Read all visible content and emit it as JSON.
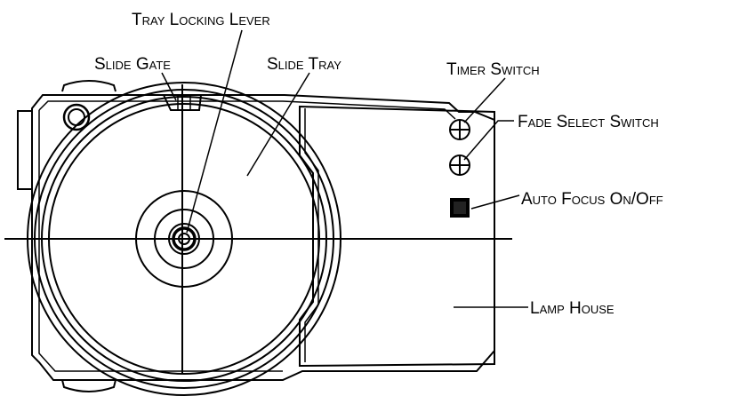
{
  "labels": {
    "tray_locking_lever": "Tray Locking Lever",
    "slide_gate": "Slide Gate",
    "slide_tray": "Slide Tray",
    "timer_switch": "Timer Switch",
    "fade_select_switch": "Fade Select Switch",
    "auto_focus": "Auto Focus On/Off",
    "lamp_house": "Lamp House"
  },
  "colors": {
    "line": "#000000",
    "background": "#ffffff"
  }
}
